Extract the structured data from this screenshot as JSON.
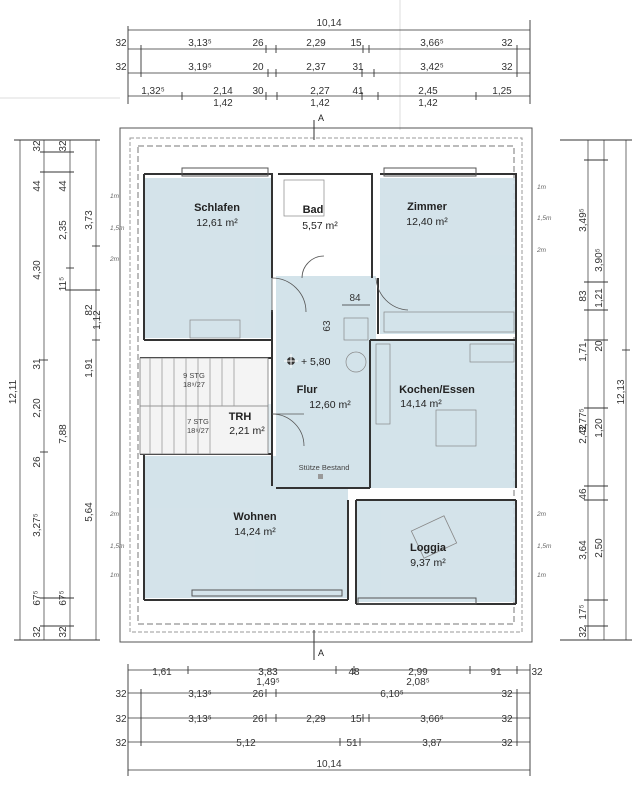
{
  "plan": {
    "rooms": [
      {
        "id": "schlafen",
        "name": "Schlafen",
        "area": "12,61 m²"
      },
      {
        "id": "bad",
        "name": "Bad",
        "area": "5,57 m²"
      },
      {
        "id": "zimmer",
        "name": "Zimmer",
        "area": "12,40 m²"
      },
      {
        "id": "flur",
        "name": "Flur",
        "area": "12,60 m²"
      },
      {
        "id": "kochen",
        "name": "Kochen/Essen",
        "area": "14,14 m²"
      },
      {
        "id": "trh",
        "name": "TRH",
        "area": "2,21 m²"
      },
      {
        "id": "wohnen",
        "name": "Wohnen",
        "area": "14,24 m²"
      },
      {
        "id": "loggia",
        "name": "Loggia",
        "area": "9,37 m²"
      }
    ],
    "labels": {
      "stuetze": "Stütze Bestand",
      "level": "+ 5,80",
      "stair_top": "9 STG",
      "stair_top_ratio": "18⁹/27",
      "stair_bottom": "7 STG",
      "stair_bottom_ratio": "18⁹/27",
      "d84": "84",
      "d63": "63",
      "section_top": "A",
      "section_bottom": "A"
    },
    "height_marks": [
      "1m",
      "1,5m",
      "2m",
      "1m",
      "1,5m",
      "2m",
      "2m",
      "1,5m",
      "1m",
      "2m",
      "1,5m",
      "1m"
    ],
    "top_dims": {
      "total": "10,14",
      "row1": [
        "32",
        "3,13⁵",
        "26",
        "2,29",
        "15",
        "3,66⁵",
        "32"
      ],
      "row2": [
        "32",
        "3,19⁵",
        "20",
        "2,37",
        "31",
        "3,42⁵",
        "32"
      ],
      "row3a": [
        "1,32⁵",
        "2,14",
        "30",
        "2,27",
        "41",
        "2,45",
        "1,25"
      ],
      "row3b": [
        "1,42",
        "1,42",
        "1,42"
      ]
    },
    "bottom_dims": {
      "row1": [
        "1,61",
        "3,83",
        "48",
        "2,99",
        "91",
        "32"
      ],
      "row1b": [
        "1,49⁵",
        "2,08⁵"
      ],
      "row2": [
        "32",
        "3,13⁵",
        "26",
        "6,10⁵",
        "32"
      ],
      "row3": [
        "32",
        "3,13⁵",
        "26",
        "2,29",
        "15",
        "3,66⁵",
        "32"
      ],
      "row4": [
        "32",
        "5,12",
        "51",
        "3,87",
        "32"
      ],
      "total": "10,14"
    },
    "left_dims": {
      "outer": "12,11",
      "col2": [
        "32",
        "44",
        "4,30",
        "31",
        "2,20",
        "26",
        "3,27⁵",
        "67⁵",
        "32"
      ],
      "col3": [
        "32",
        "44",
        "2,35",
        "11⁵",
        "82",
        "7,88",
        "67⁵",
        "32"
      ],
      "col4": [
        "3,73",
        "1,12",
        "1,91",
        "5,64"
      ]
    },
    "right_dims": {
      "outer": "12,13",
      "col1": [
        "3,49⁵",
        "83",
        "1,71",
        "2,42",
        "46",
        "3,64",
        "17⁵",
        "32"
      ],
      "col2": [
        "3,90⁵",
        "1,21",
        "20",
        "1,20",
        "2,50"
      ],
      "col3": [
        "3,77⁵"
      ]
    }
  }
}
